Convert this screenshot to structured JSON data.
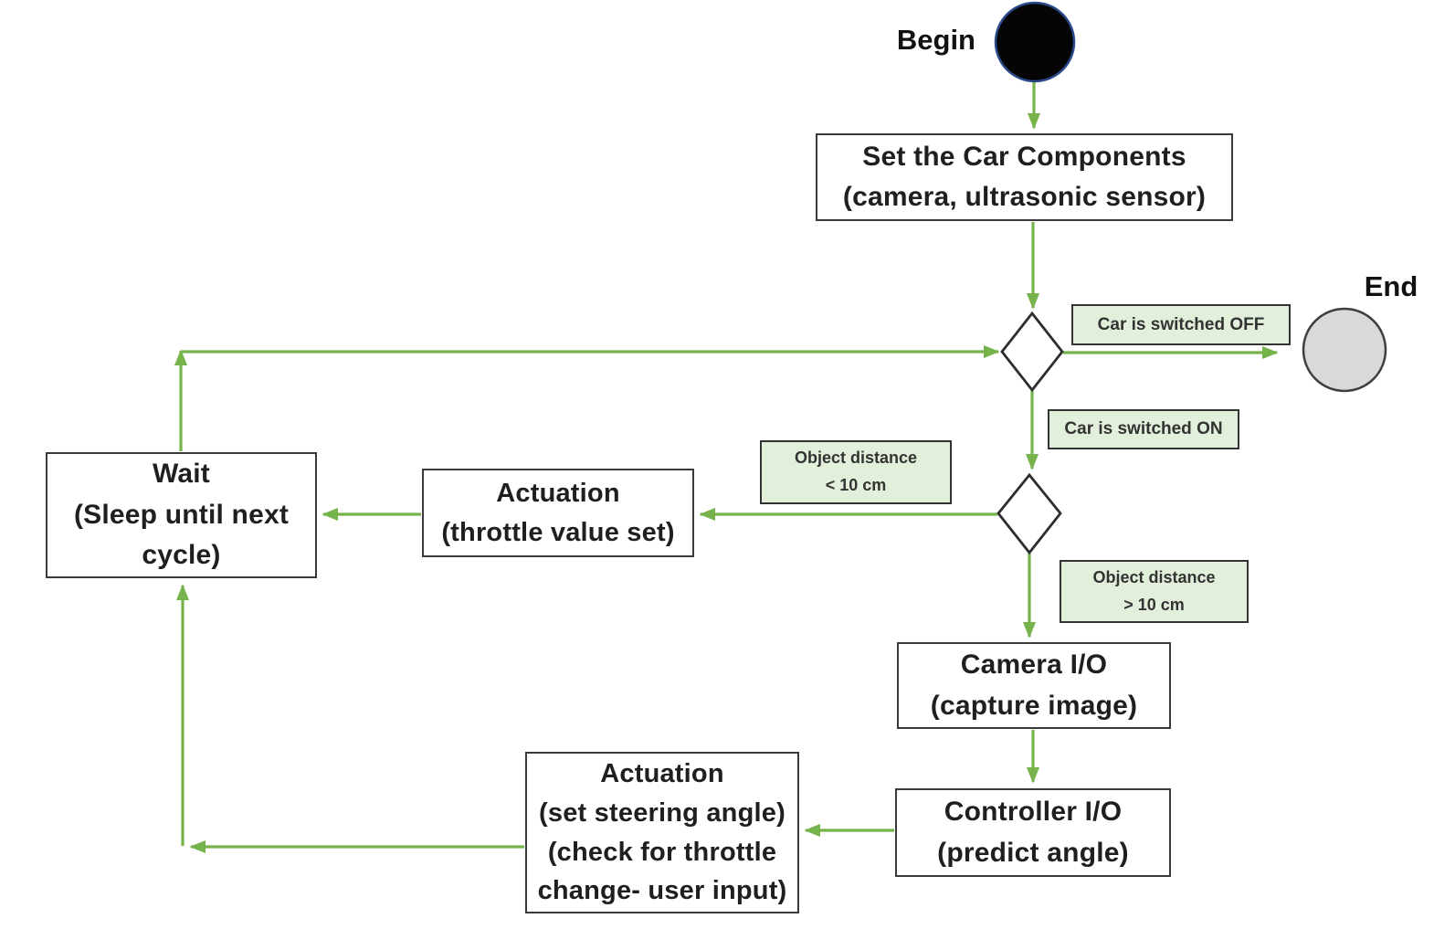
{
  "colors": {
    "arrow": "#76b34a",
    "label_fill": "#e2efda",
    "label_border": "#333333",
    "box_border": "#3a3a3a",
    "end_fill": "#d9d9d9",
    "begin_fill": "#050505",
    "text": "#1f1f1f"
  },
  "nodes": {
    "begin_label": "Begin",
    "end_label": "End",
    "set_components": {
      "line1": "Set the Car Components",
      "line2": "(camera, ultrasonic sensor)"
    },
    "wait": {
      "line1": "Wait",
      "line2": "(Sleep until next",
      "line3": "cycle)"
    },
    "actuation_throttle": {
      "line1": "Actuation",
      "line2": "(throttle value set)"
    },
    "camera_io": {
      "line1": "Camera I/O",
      "line2": "(capture image)"
    },
    "controller_io": {
      "line1": "Controller I/O",
      "line2": "(predict angle)"
    },
    "actuation_steering": {
      "line1": "Actuation",
      "line2": "(set steering angle)",
      "line3": "(check for throttle",
      "line4": "change- user input)"
    }
  },
  "edge_labels": {
    "car_off": "Car is switched OFF",
    "car_on": "Car is switched ON",
    "obj_lt": {
      "line1": "Object distance",
      "line2": "< 10 cm"
    },
    "obj_gt": {
      "line1": "Object distance",
      "line2": "> 10 cm"
    }
  }
}
